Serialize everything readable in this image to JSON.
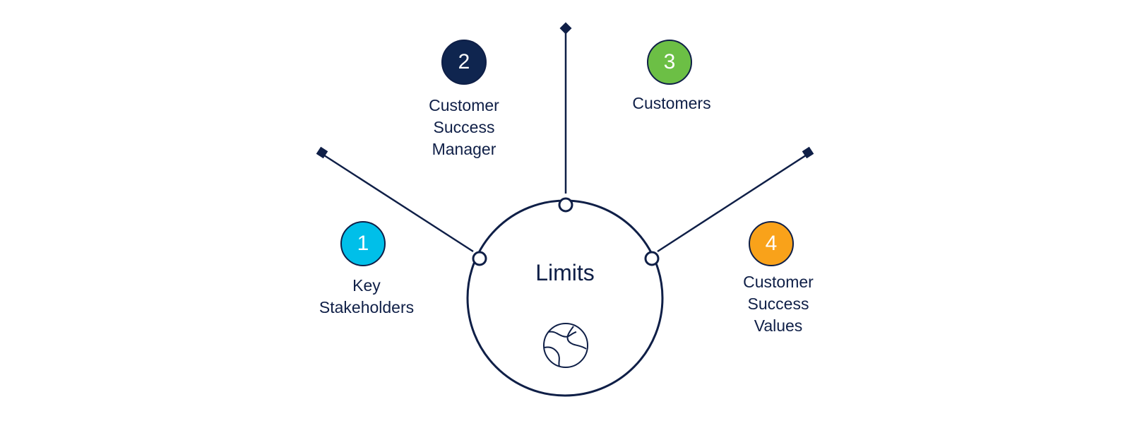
{
  "center": {
    "title": "Limits",
    "icon": "globe-icon"
  },
  "colors": {
    "line": "#0f1f47",
    "badge_1": "#00bfe9",
    "badge_2": "#0f254f",
    "badge_3": "#6cbf45",
    "badge_4": "#f9a21a"
  },
  "items": [
    {
      "number": "1",
      "label": "Key\nStakeholders"
    },
    {
      "number": "2",
      "label": "Customer\nSuccess\nManager"
    },
    {
      "number": "3",
      "label": "Customers"
    },
    {
      "number": "4",
      "label": "Customer\nSuccess\nValues"
    }
  ]
}
